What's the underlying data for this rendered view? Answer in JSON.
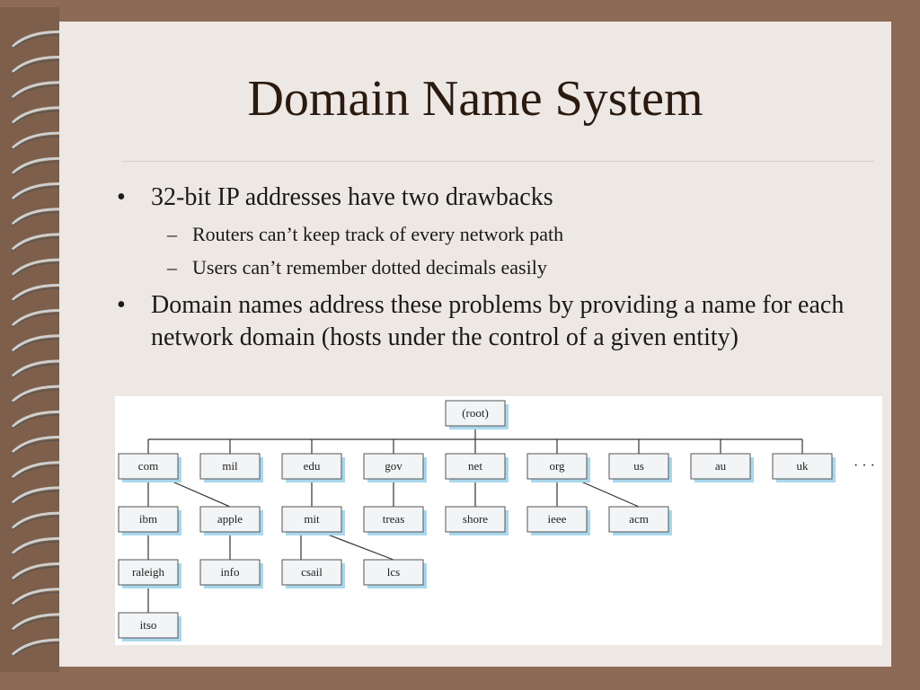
{
  "title": "Domain Name System",
  "bullets": [
    {
      "text": "32-bit IP addresses have two drawbacks",
      "sub": [
        "Routers can’t keep track of every network path",
        "Users can’t remember dotted decimals easily"
      ]
    },
    {
      "text": "Domain names address these problems by providing a name for each network domain (hosts under the control of a given entity)",
      "sub": []
    }
  ],
  "tree": {
    "root": "(root)",
    "tld": [
      "com",
      "mil",
      "edu",
      "gov",
      "net",
      "org",
      "us",
      "au",
      "uk"
    ],
    "ellipsis": "· · ·",
    "level2": [
      "ibm",
      "apple",
      "mit",
      "treas",
      "shore",
      "ieee",
      "acm"
    ],
    "level3": [
      "raleigh",
      "info",
      "csail",
      "lcs"
    ],
    "level4": [
      "itso"
    ]
  },
  "colors": {
    "frame": "#8c6a55",
    "slide": "#ede8e3",
    "node_fill": "#f2f4f6",
    "node_shadow": "#a9d7ec"
  }
}
